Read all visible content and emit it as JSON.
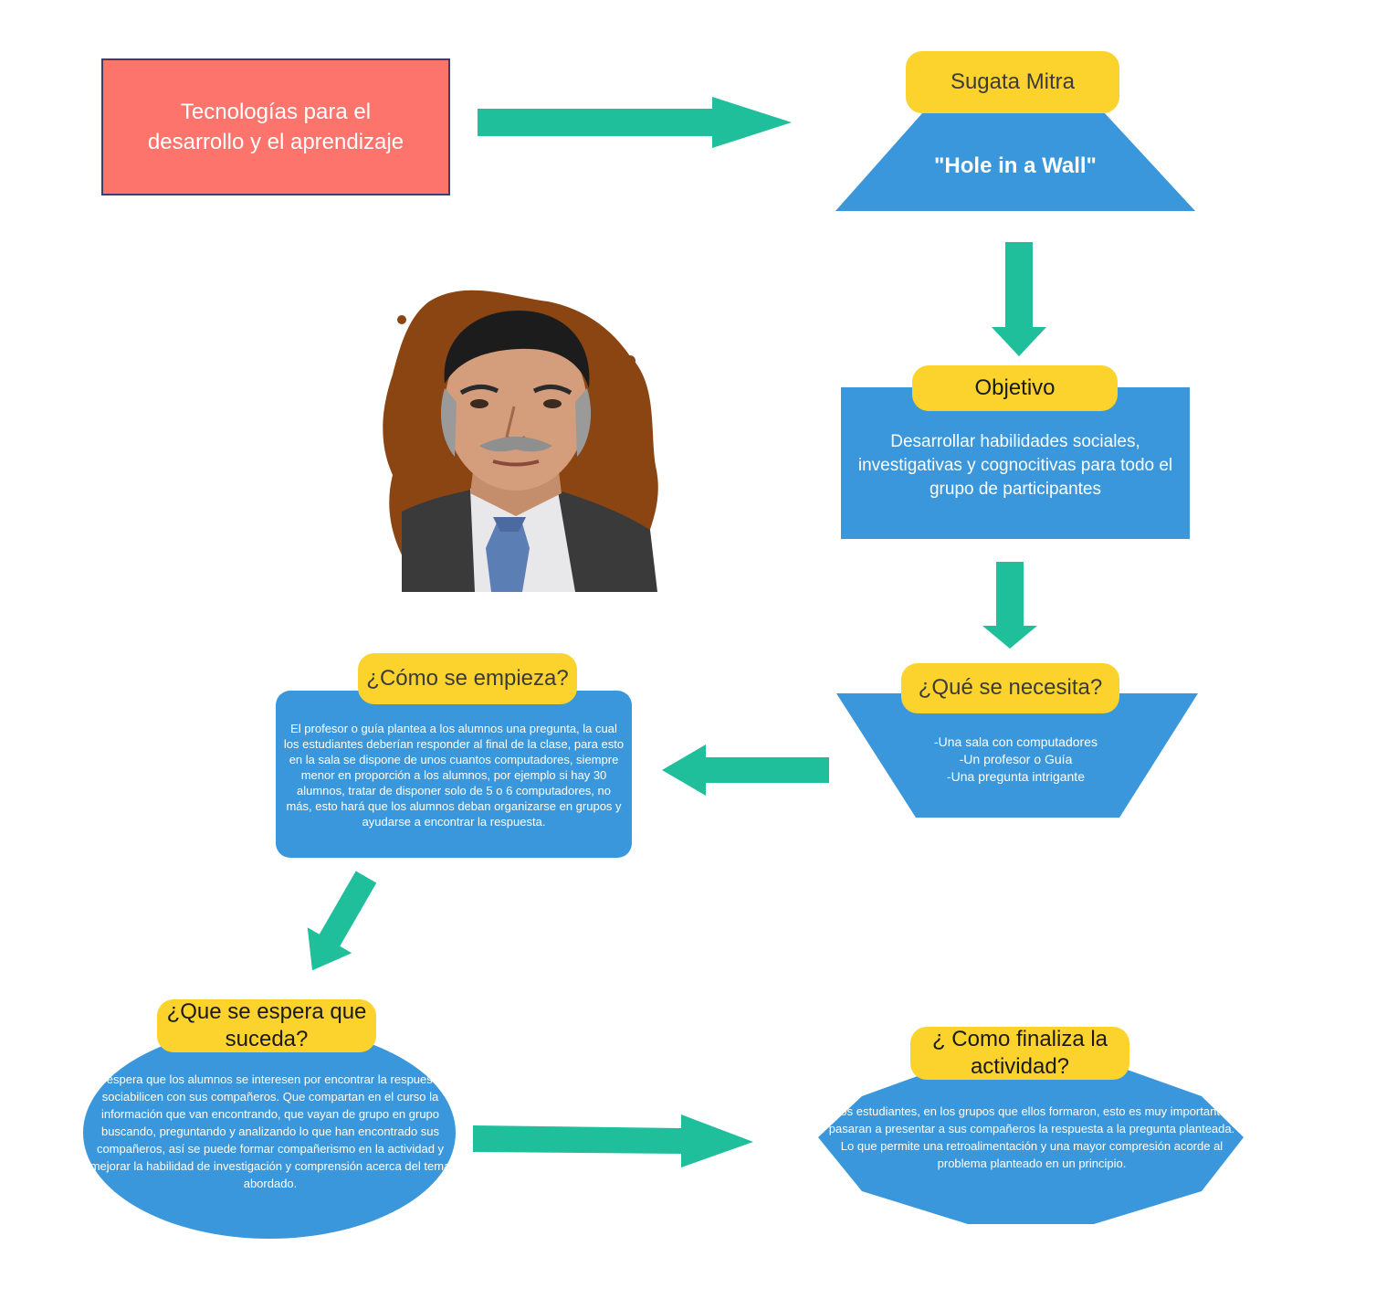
{
  "colors": {
    "red_box": "#fd746c",
    "blue": "#3a97db",
    "yellow": "#fcd22d",
    "arrow": "#1fbf9b",
    "hair": "#8b4513"
  },
  "start_box": {
    "text": "Tecnologías para el desarrollo y el aprendizaje"
  },
  "sugata": {
    "title": "Sugata Mitra",
    "subtitle": "\"Hole in a Wall\""
  },
  "objetivo": {
    "title": "Objetivo",
    "text": "Desarrollar habilidades sociales, investigativas y cognocitivas para todo el grupo de participantes"
  },
  "que_se_necesita": {
    "title": "¿Qué se necesita?",
    "items": [
      "-Una sala con computadores",
      "-Un profesor o Guía",
      "-Una pregunta intrigante"
    ]
  },
  "como_se_empieza": {
    "title": "¿Cómo se empieza?",
    "text": "El profesor o guía plantea a los alumnos una pregunta, la cual los estudiantes deberían responder al final de la clase, para esto en la sala se dispone de unos cuantos computadores, siempre menor en proporción a los alumnos, por ejemplo si hay 30 alumnos, tratar de disponer solo de  5 o 6 computadores, no más, esto hará que los alumnos deban organizarse en grupos y ayudarse a encontrar la respuesta."
  },
  "que_se_espera": {
    "title": "¿Que se espera que suceda?",
    "text": "Se espera que los alumnos se interesen por encontrar la respuesta y sociabilicen con sus compañeros. Que compartan en el curso la información que van encontrando, que vayan de grupo en grupo buscando, preguntando y analizando lo que han encontrado sus compañeros, así se puede formar compañerismo en la actividad y mejorar la habilidad de investigación y comprensión acerca del tema abordado."
  },
  "como_finaliza": {
    "title": "¿ Como finaliza la actividad?",
    "text": "Los estudiantes, en los grupos que ellos formaron, esto es muy importante, pasaran a presentar a sus compañeros la respuesta a la pregunta planteada. Lo que permite una retroalimentación y una mayor compresión acorde al problema planteado en un principio."
  },
  "portrait": {
    "icon": "portrait-illustration-icon"
  }
}
